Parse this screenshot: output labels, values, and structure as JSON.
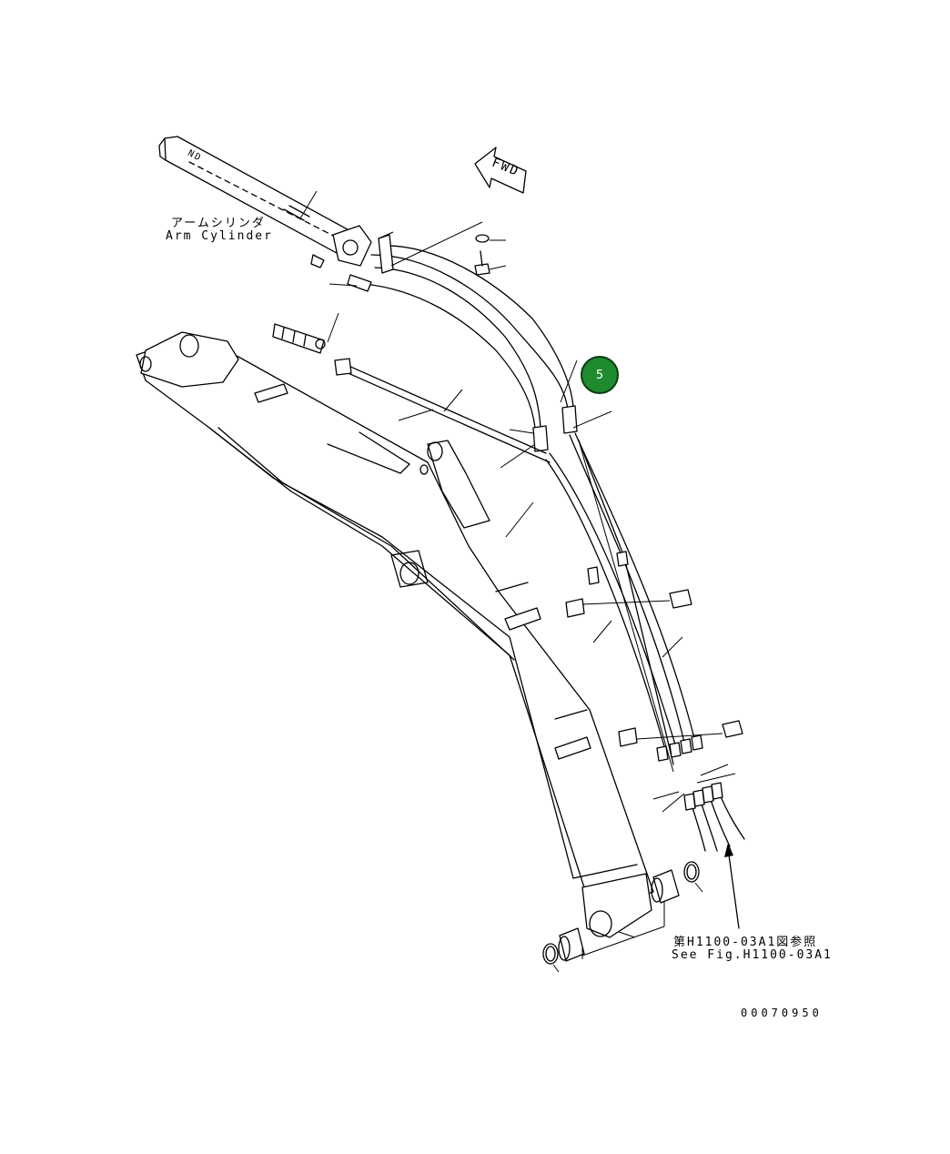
{
  "labels": {
    "arm_cylinder_jp": "アームシリンダ",
    "arm_cylinder_en": "Arm Cylinder",
    "fwd": "FWD",
    "see_fig_jp": "第H1100-03A1図参照",
    "see_fig_en": "See Fig.H1100-03A1",
    "drawing_number": "00070950",
    "cylinder_marking": "ND"
  },
  "callout": {
    "number": "5",
    "color": "#1f8a2e"
  }
}
